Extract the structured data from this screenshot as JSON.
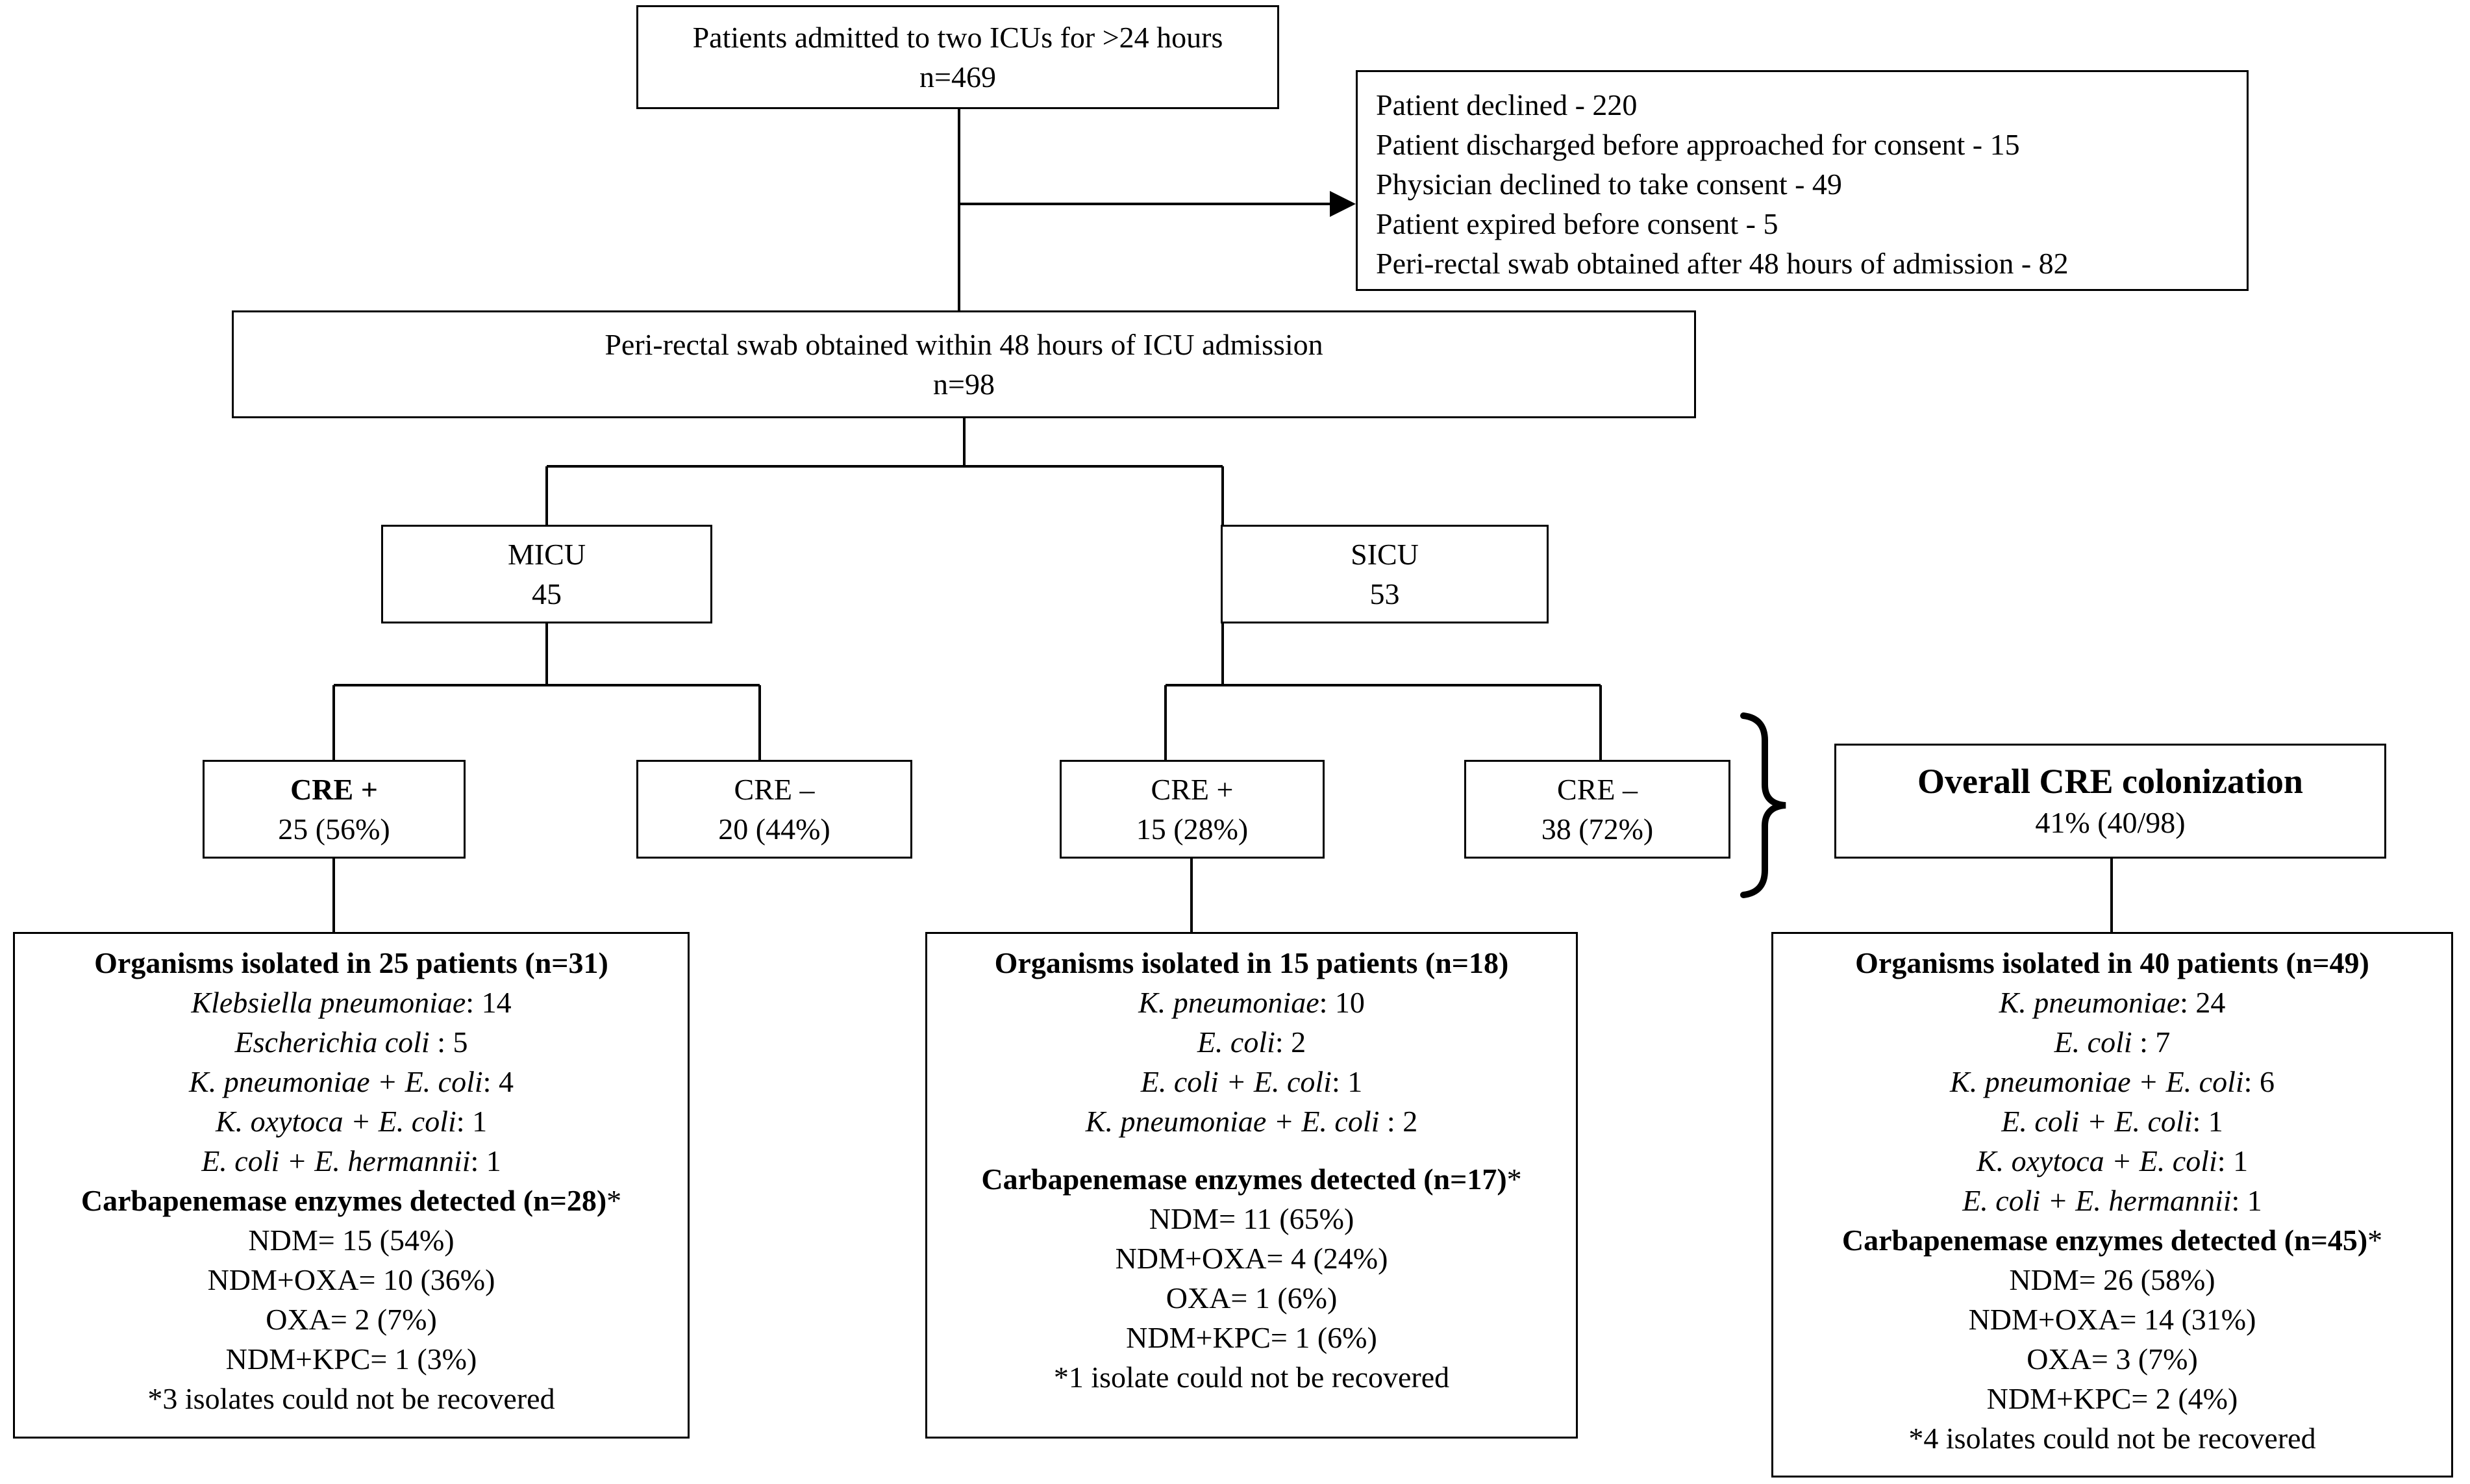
{
  "top_box": {
    "title": "Patients admitted to two ICUs for >24 hours",
    "count": "n=469"
  },
  "exclusions": [
    "Patient declined - 220",
    "Patient discharged before approached for consent - 15",
    "Physician declined to take consent - 49",
    "Patient expired before consent - 5",
    "Peri-rectal swab obtained after 48 hours of admission - 82"
  ],
  "swab_box": {
    "title": "Peri-rectal swab obtained within 48 hours of ICU admission",
    "count": "n=98"
  },
  "micu": {
    "label": "MICU",
    "count": "45"
  },
  "sicu": {
    "label": "SICU",
    "count": "53"
  },
  "micu_pos": {
    "label": "CRE +",
    "value": "25 (56%)"
  },
  "micu_neg": {
    "label": "CRE –",
    "value": "20 (44%)"
  },
  "sicu_pos": {
    "label": "CRE +",
    "value": "15 (28%)"
  },
  "sicu_neg": {
    "label": "CRE –",
    "value": "38 (72%)"
  },
  "overall": {
    "title": "Overall CRE colonization",
    "value": "41% (40/98)"
  },
  "micu_detail": {
    "organisms_heading": "Organisms isolated in 25 patients (n=31)",
    "organisms": [
      {
        "name": "Klebsiella pneumoniae",
        "sep": ": ",
        "count": "14"
      },
      {
        "name": "Escherichia coli",
        "sep": " : ",
        "count": "5"
      },
      {
        "name": "K. pneumoniae + E. coli",
        "sep": ": ",
        "count": "4"
      },
      {
        "name": "K. oxytoca + E. coli",
        "sep": ": ",
        "count": "1"
      },
      {
        "name": "E. coli + E. hermannii",
        "sep": ": ",
        "count": "1"
      }
    ],
    "enzymes_heading": "Carbapenemase enzymes detected (n=28)",
    "enzymes_mark": "*",
    "enzymes": [
      "NDM= 15 (54%)",
      "NDM+OXA= 10 (36%)",
      "OXA= 2 (7%)",
      "NDM+KPC= 1 (3%)"
    ],
    "footnote": "*3 isolates could not be recovered"
  },
  "sicu_detail": {
    "organisms_heading": "Organisms isolated in 15 patients (n=18)",
    "organisms": [
      {
        "name": "K. pneumoniae",
        "sep": ": ",
        "count": "10"
      },
      {
        "name": "E. coli",
        "sep": ": ",
        "count": "2"
      },
      {
        "name": "E. coli + E. coli",
        "sep": ": ",
        "count": "1"
      },
      {
        "name": "K. pneumoniae + E. coli",
        "sep": " : ",
        "count": "2"
      }
    ],
    "enzymes_heading": "Carbapenemase enzymes detected (n=17)",
    "enzymes_mark": "*",
    "enzymes": [
      "NDM= 11 (65%)",
      "NDM+OXA= 4 (24%)",
      "OXA= 1 (6%)",
      "NDM+KPC= 1 (6%)"
    ],
    "footnote": "*1 isolate could not be recovered"
  },
  "overall_detail": {
    "organisms_heading": "Organisms isolated in 40 patients (n=49)",
    "organisms": [
      {
        "name": "K. pneumoniae",
        "sep": ": ",
        "count": "24"
      },
      {
        "name": "E. coli",
        "sep": " : ",
        "count": "7"
      },
      {
        "name": "K. pneumoniae + E. coli",
        "sep": ": ",
        "count": "6"
      },
      {
        "name": "E. coli + E. coli",
        "sep": ": ",
        "count": "1"
      },
      {
        "name": "K. oxytoca + E. coli",
        "sep": ": ",
        "count": "1"
      },
      {
        "name": "E. coli + E. hermannii",
        "sep": ": ",
        "count": "1"
      }
    ],
    "enzymes_heading": "Carbapenemase enzymes detected (n=45)",
    "enzymes_mark": "*",
    "enzymes": [
      "NDM= 26 (58%)",
      "NDM+OXA= 14 (31%)",
      "OXA= 3 (7%)",
      "NDM+KPC= 2 (4%)"
    ],
    "footnote": "*4 isolates could not be recovered"
  }
}
